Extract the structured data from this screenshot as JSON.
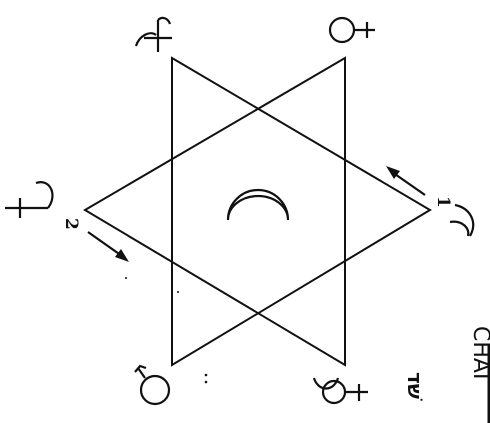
{
  "diagram": {
    "figure": "hexagram",
    "center_symbol": "moon-icon",
    "symbols": [
      {
        "name": "jupiter-icon"
      },
      {
        "name": "venus-icon"
      },
      {
        "name": "saturn-icon"
      },
      {
        "name": "moon-icon"
      },
      {
        "name": "mars-icon"
      },
      {
        "name": "mercury-icon"
      }
    ],
    "arrows": [
      {
        "label": "1"
      },
      {
        "label": "2"
      }
    ],
    "edge_text": {
      "hebrew": "שׁד",
      "latin": "CHAI"
    },
    "ink_color": "#111111",
    "background": "#ffffff"
  }
}
